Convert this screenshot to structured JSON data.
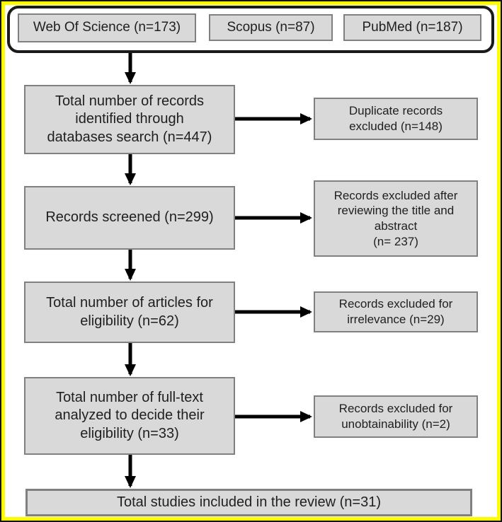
{
  "colors": {
    "outer_frame": "#141414",
    "border_yellow": "#fdfd00",
    "box_fill": "#d9d9d9",
    "box_border": "#808080",
    "container_border": "#1a1a1a",
    "arrow": "#000000",
    "text": "#1f1f1f"
  },
  "sources": {
    "items": [
      {
        "label": "Web Of Science (n=173)"
      },
      {
        "label": "Scopus (n=87)"
      },
      {
        "label": "PubMed (n=187)"
      }
    ]
  },
  "flow": {
    "identified": {
      "label": "Total number of records\nidentified through\ndatabases search (n=447)"
    },
    "screened": {
      "label": "Records screened (n=299)"
    },
    "eligibility": {
      "label": "Total number of articles for\neligibility (n=62)"
    },
    "fulltext": {
      "label": "Total number of full-text\nanalyzed to decide their\neligibility (n=33)"
    },
    "included": {
      "label": "Total studies included in the review (n=31)"
    }
  },
  "exclusions": {
    "duplicates": {
      "label": "Duplicate records\nexcluded (n=148)"
    },
    "title_abstract": {
      "label": "Records excluded after\nreviewing the title and\nabstract\n(n= 237)"
    },
    "irrelevance": {
      "label": "Records excluded for\nirrelevance (n=29)"
    },
    "unobtainable": {
      "label": "Records excluded for\nunobtainability (n=2)"
    }
  }
}
